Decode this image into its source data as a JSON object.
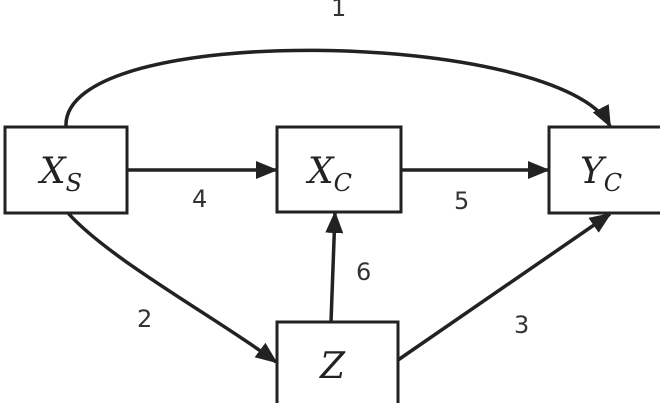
{
  "nodes": {
    "xs": {
      "main": "X",
      "sub": "S"
    },
    "xc": {
      "main": "X",
      "sub": "C"
    },
    "yc": {
      "main": "Y",
      "sub": "C"
    },
    "z": {
      "main": "Z",
      "sub": ""
    }
  },
  "edges": {
    "e1": "1",
    "e2": "2",
    "e3": "3",
    "e4": "4",
    "e5": "5",
    "e6": "6"
  }
}
